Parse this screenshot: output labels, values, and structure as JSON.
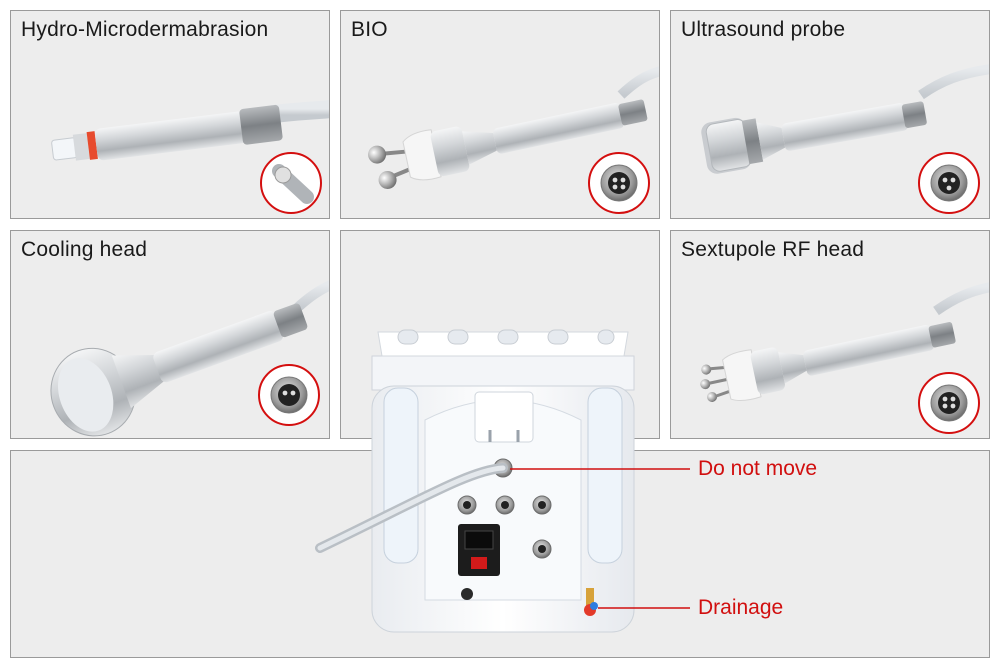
{
  "panels": {
    "hydro": {
      "title": "Hydro-Microdermabrasion",
      "icon": "hydro-handpiece-icon"
    },
    "bio": {
      "title": "BIO",
      "icon": "bio-handpiece-icon"
    },
    "ultrasound": {
      "title": "Ultrasound probe",
      "icon": "ultrasound-probe-icon"
    },
    "cooling": {
      "title": "Cooling head",
      "icon": "cooling-head-icon"
    },
    "sextupole": {
      "title": "Sextupole RF head",
      "icon": "sextupole-rf-head-icon"
    }
  },
  "machine": {
    "callouts": {
      "do_not_move": "Do not move",
      "drainage": "Drainage"
    }
  },
  "colors": {
    "panel_bg": "#ededed",
    "panel_border": "#9a9a9a",
    "callout_red": "#d10f0f",
    "metal": "#c9ccd0"
  }
}
